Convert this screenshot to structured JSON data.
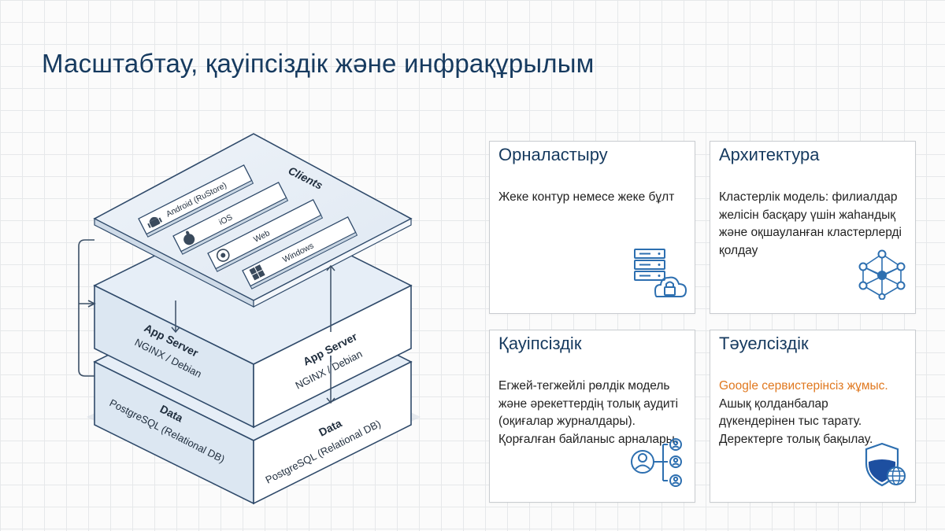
{
  "page": {
    "title": "Масштабтау, қауіпсіздік және инфрақұрылым"
  },
  "diagram": {
    "clients_label": "Clients",
    "clients": [
      {
        "label": "Android (RuStore)",
        "icon": "android-icon"
      },
      {
        "label": "iOS",
        "icon": "apple-icon"
      },
      {
        "label": "Web",
        "icon": "chrome-icon"
      },
      {
        "label": "Windows",
        "icon": "windows-icon"
      }
    ],
    "app_layer": {
      "title": "App Server",
      "subtitle": "NGINX / Debian"
    },
    "data_layer": {
      "title": "Data",
      "subtitle": "PostgreSQL (Relational DB)"
    },
    "colors": {
      "face_top": "#e6eef7",
      "face_left": "#dce7f2",
      "face_right": "#ffffff",
      "stroke": "#2f4a6a"
    }
  },
  "cards": {
    "deploy": {
      "title": "Орналастыру",
      "body": "Жеке контур немесе жеке бұлт",
      "icon": "server-cloud-lock-icon"
    },
    "arch": {
      "title": "Архитектура",
      "body": "Кластерлік модель: филиалдар желісін басқару үшін жаһандық және оқшауланған кластерлерді қолдау",
      "icon": "network-cluster-icon"
    },
    "sec": {
      "title": "Қауіпсіздік",
      "body": "Егжей-тегжейлі рөлдік модель және әрекеттердің толық аудиті (оқиғалар журналдары). Қорғалған байланыс арналары.",
      "icon": "user-roles-icon"
    },
    "indep": {
      "title": "Тәуелсіздік",
      "accent": "Google сервистерінсіз жұмыс.",
      "body": " Ашық қолданбалар дүкендерінен тыс тарату. Деректерге толық бақылау.",
      "icon": "shield-globe-icon",
      "accent_color": "#e0781f"
    }
  }
}
